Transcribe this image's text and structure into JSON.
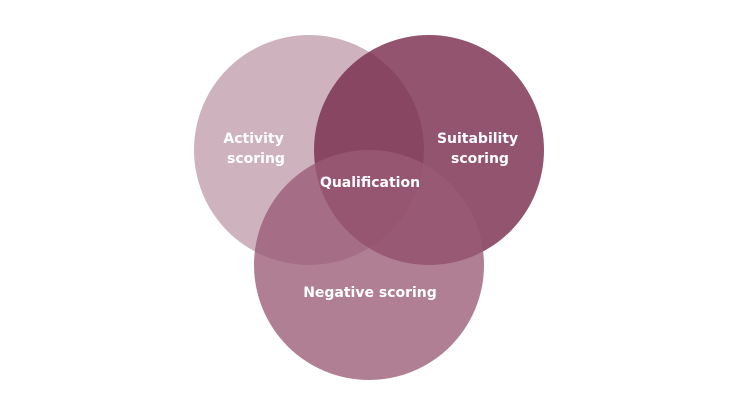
{
  "diagram": {
    "type": "venn",
    "sets": [
      {
        "id": "activity",
        "lines": [
          "Activity",
          "scoring"
        ],
        "color": "#c5a6b3",
        "opacity": 0.85
      },
      {
        "id": "suitability",
        "lines": [
          "Suitability",
          "scoring"
        ],
        "color": "#7a2e4f",
        "opacity": 0.82
      },
      {
        "id": "negative",
        "lines": [
          "Negative scoring"
        ],
        "color": "#9a5b76",
        "opacity": 0.78
      }
    ],
    "intersection_label": "Qualification"
  }
}
